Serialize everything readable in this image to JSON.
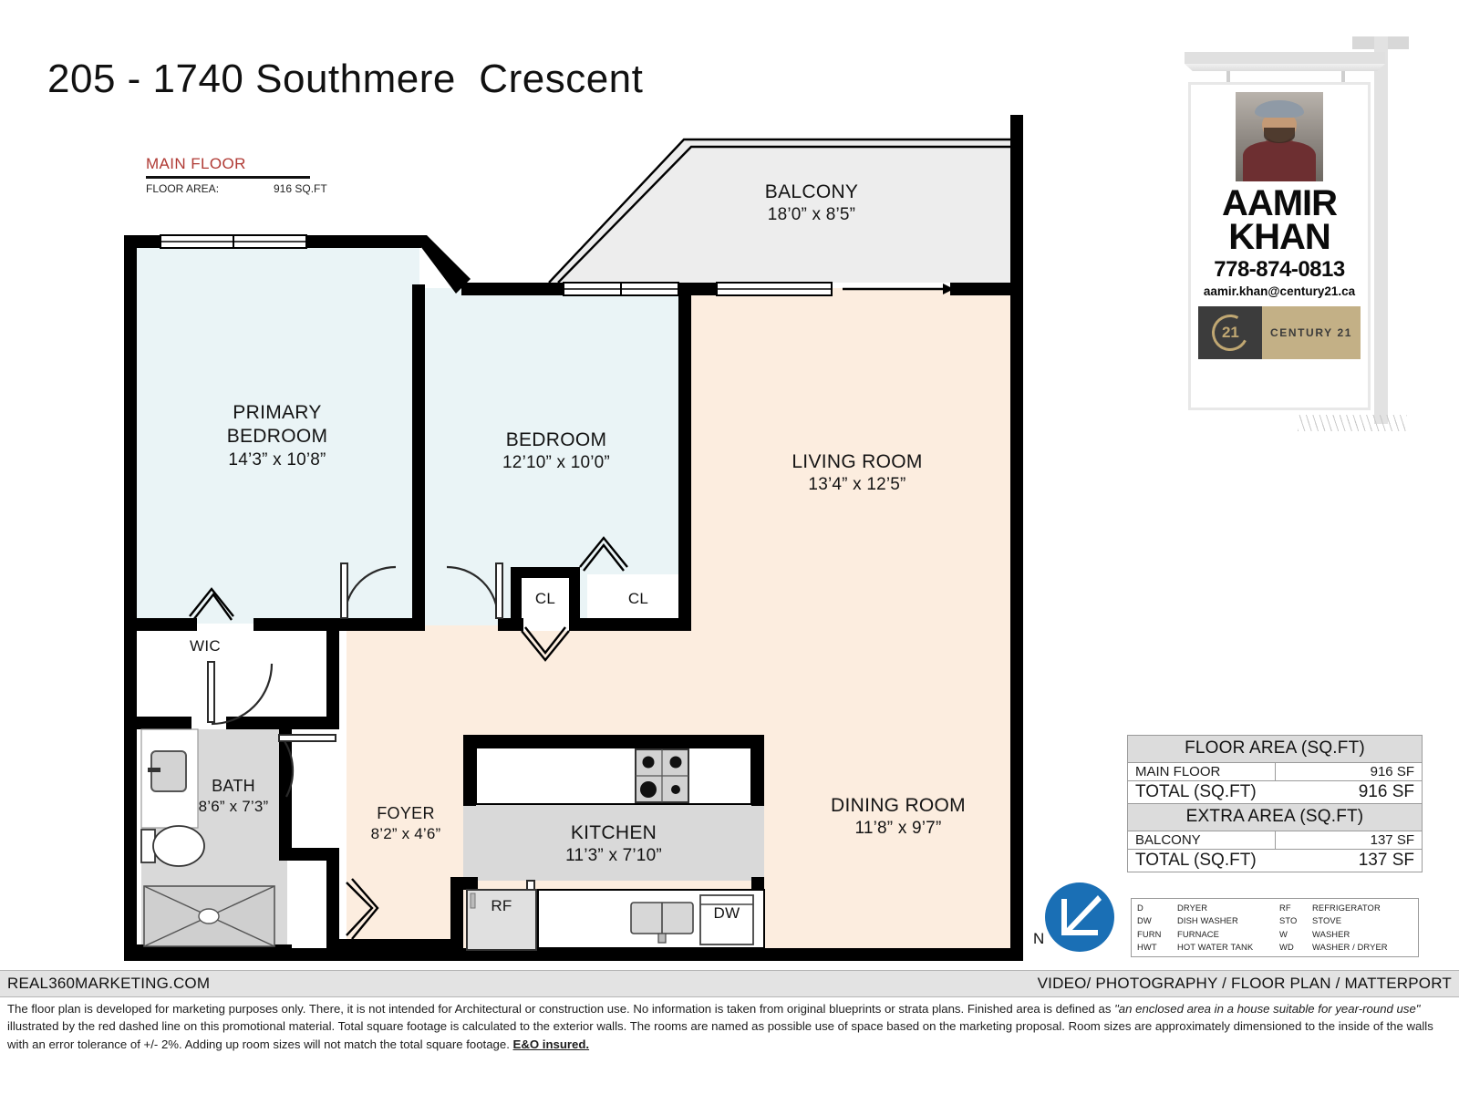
{
  "title": "205 - 1740 Southmere  Crescent",
  "main_floor": {
    "heading": "MAIN FLOOR",
    "area_label": "FLOOR AREA:",
    "area_value": "916 SQ.FT"
  },
  "rooms": [
    {
      "key": "balcony",
      "name": "BALCONY",
      "dims": "18’0” x 8’5”"
    },
    {
      "key": "primary",
      "name": "PRIMARY\nBEDROOM",
      "dims": "14’3” x 10’8”"
    },
    {
      "key": "bedroom",
      "name": "BEDROOM",
      "dims": "12’10” x 10’0”"
    },
    {
      "key": "living",
      "name": "LIVING ROOM",
      "dims": "13’4” x 12’5”"
    },
    {
      "key": "dining",
      "name": "DINING ROOM",
      "dims": "11’8” x 9’7”"
    },
    {
      "key": "kitchen",
      "name": "KITCHEN",
      "dims": "11’3” x 7’10”"
    },
    {
      "key": "bath",
      "name": "BATH",
      "dims": "8’6” x 7’3”"
    },
    {
      "key": "foyer",
      "name": "FOYER",
      "dims": "8’2” x 4’6”"
    },
    {
      "key": "wic",
      "name": "WIC",
      "dims": ""
    },
    {
      "key": "closet1",
      "name": "CL",
      "dims": ""
    },
    {
      "key": "closet2",
      "name": "CL",
      "dims": ""
    }
  ],
  "appliances": {
    "refrigerator": "RF",
    "dishwasher": "DW"
  },
  "agent": {
    "first_name": "AAMIR",
    "last_name": "KHAN",
    "phone": "778-874-0813",
    "email": "aamir.khan@century21.ca",
    "brand_mark": "21",
    "brand_name": "CENTURY 21"
  },
  "floor_area_table": {
    "header": "FLOOR AREA (SQ.FT)",
    "rows": [
      {
        "label": "MAIN FLOOR",
        "value": "916 SF"
      }
    ],
    "total_label": "TOTAL (SQ.FT)",
    "total_value": "916 SF"
  },
  "extra_area_table": {
    "header": "EXTRA AREA (SQ.FT)",
    "rows": [
      {
        "label": "BALCONY",
        "value": "137 SF"
      }
    ],
    "total_label": "TOTAL (SQ.FT)",
    "total_value": "137 SF"
  },
  "abbreviations": [
    {
      "code": "D",
      "meaning": "DRYER",
      "code2": "RF",
      "meaning2": "REFRIGERATOR"
    },
    {
      "code": "DW",
      "meaning": "DISH WASHER",
      "code2": "STO",
      "meaning2": "STOVE"
    },
    {
      "code": "FURN",
      "meaning": "FURNACE",
      "code2": "W",
      "meaning2": "WASHER"
    },
    {
      "code": "HWT",
      "meaning": "HOT WATER TANK",
      "code2": "WD",
      "meaning2": "WASHER / DRYER"
    }
  ],
  "compass": {
    "label": "N"
  },
  "footer": {
    "left": "REAL360MARKETING.COM",
    "right": "VIDEO/ PHOTOGRAPHY / FLOOR PLAN / MATTERPORT"
  },
  "disclaimer": {
    "part1": "The floor plan is developed for marketing purposes only. There, it is not intended for Architectural or construction use. No information is  taken from original blueprints or strata plans. Finished area is defined as  ",
    "quote": "\"an enclosed area in a house suitable for year-round use\"",
    "part2": " illustrated by the red dashed line on this promotional material. Total square footage is calculated to the exterior walls. The rooms are named as possible use of space based on the marketing proposal. Room sizes are approximately dimensioned to the inside of the walls with an error tolerance of +/- 2%. Adding up room sizes will not match the total square footage. ",
    "eo": "E&O insured."
  },
  "colors": {
    "bedroom_fill": "#eaf4f6",
    "living_fill": "#fceddf",
    "service_fill": "#d9d9d9",
    "balcony_fill": "#ededed",
    "wall": "#000000",
    "accent_red": "#b03a34",
    "compass_blue": "#1a6fb5",
    "brand_dark": "#3c3c3c",
    "brand_tan": "#c3b086"
  }
}
